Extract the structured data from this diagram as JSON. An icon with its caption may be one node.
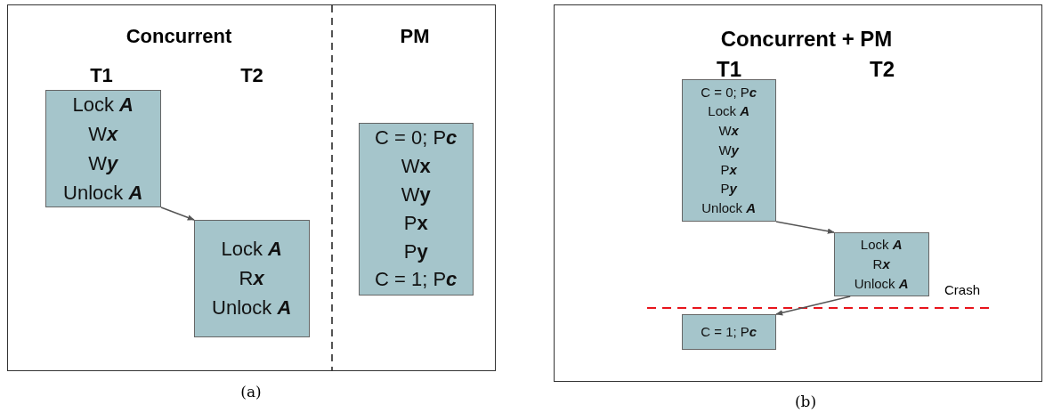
{
  "diagram": {
    "nodes": [
      {
        "text": [
          "Concurrent",
          "T1",
          "T2",
          "PM"
        ],
        "beside": [
          "(a)"
        ]
      },
      {
        "text": [
          "Lock **A**",
          "W**x**",
          "W**y**",
          "Unlock **A**"
        ],
        "in": 0
      },
      {
        "text": [
          "Lock **A**",
          "R**x**",
          "Unlock **A**"
        ],
        "in": 0
      },
      {
        "text": [
          "C = 0; P**c**",
          "W**x**",
          "W**y**",
          "P**x**",
          "P**y**",
          "C = 1; P**c**"
        ],
        "in": 0
      },
      {
        "text": [
          "Concurrent + PM",
          "T1",
          "T2"
        ],
        "beside": [
          "(b)"
        ]
      },
      {
        "text": [
          "C = 0; P**c**",
          "Lock **A**",
          "W**x**",
          "W**y**",
          "P**x**",
          "P**y**",
          "Unlock **A**"
        ],
        "in": 4
      },
      {
        "text": [
          "Lock **A**",
          "R**x**",
          "Unlock **A**"
        ],
        "in": 4
      },
      {
        "text": [
          "C = 1; P**c**"
        ],
        "in": 4
      }
    ],
    "edges": [
      {
        "from": 1,
        "to": 2,
        "arrow": "to"
      },
      {
        "from": 5,
        "to": 6,
        "arrow": "to"
      },
      {
        "from": 6,
        "to": 7,
        "arrow": "to"
      }
    ],
    "labels": [
      "Crash"
    ]
  }
}
